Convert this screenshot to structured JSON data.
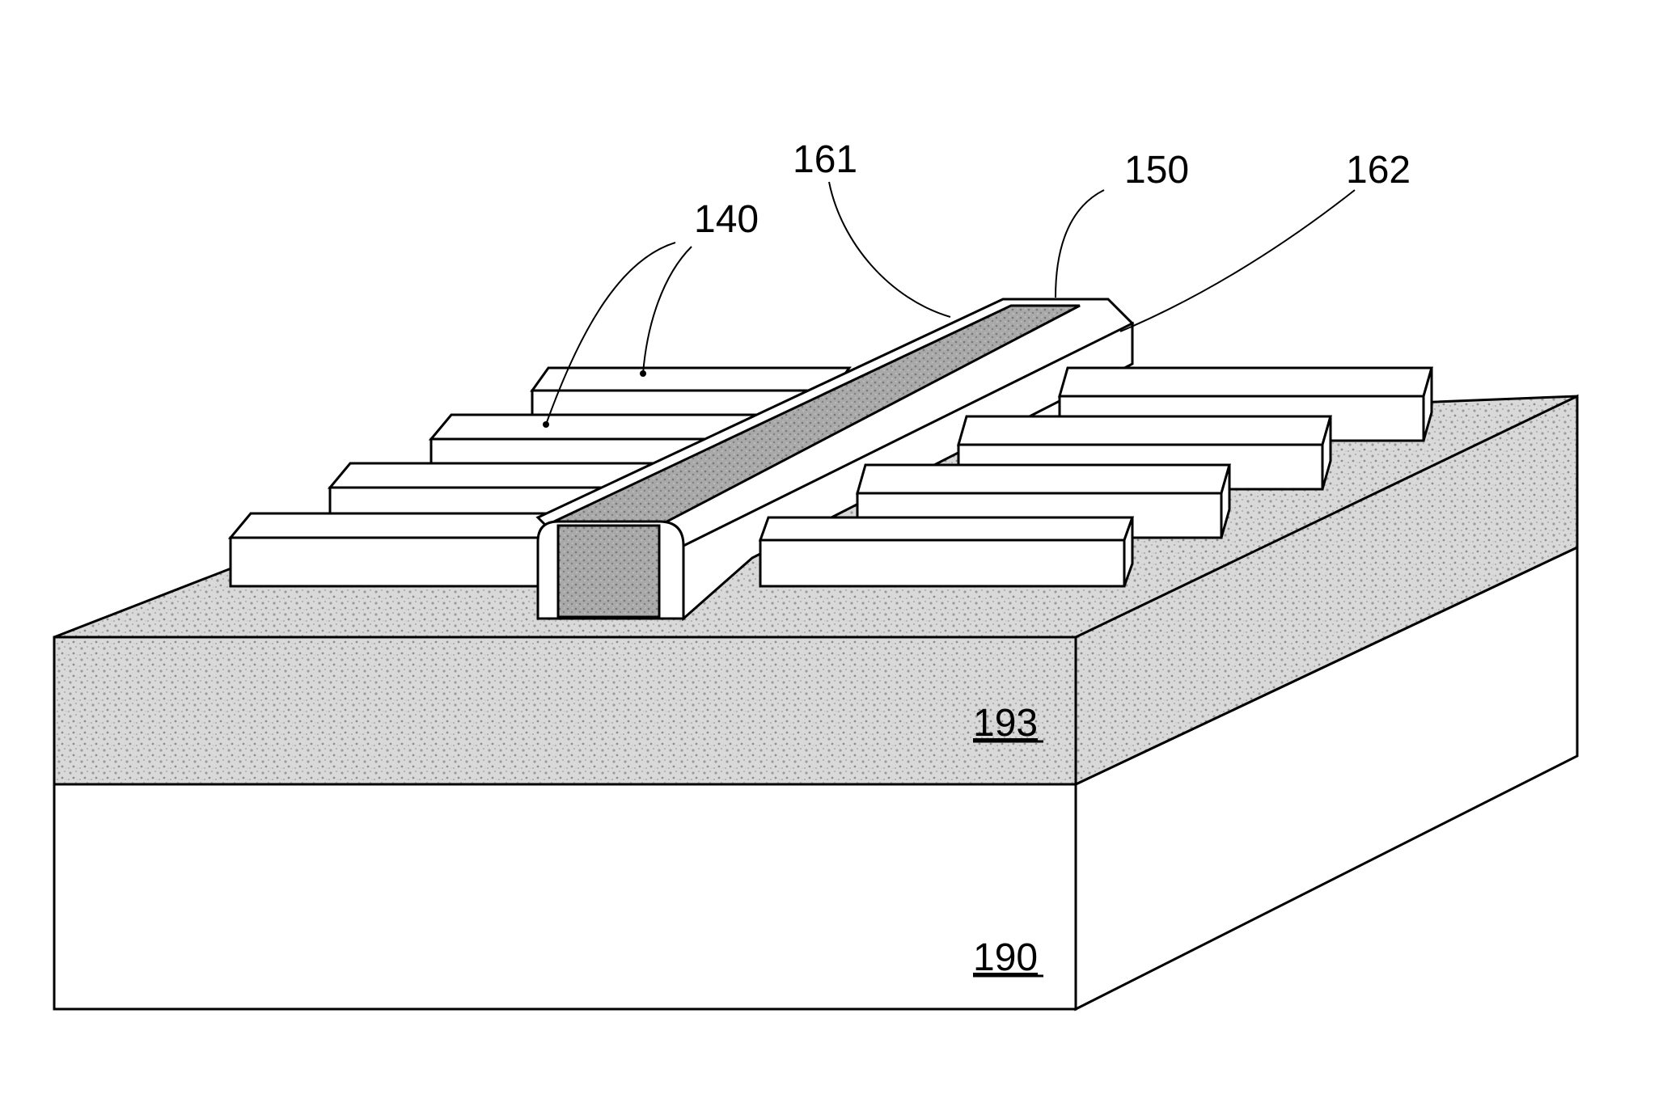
{
  "labels": {
    "fins": "140",
    "spacer_inner": "161",
    "gate": "150",
    "spacer_outer": "162",
    "insulator_layer": "193",
    "substrate": "190"
  },
  "colors": {
    "line": "#000000",
    "fill": "#ffffff",
    "insulator_texture": "#bdbdbd",
    "gate_fill": "#9a9a9a"
  }
}
